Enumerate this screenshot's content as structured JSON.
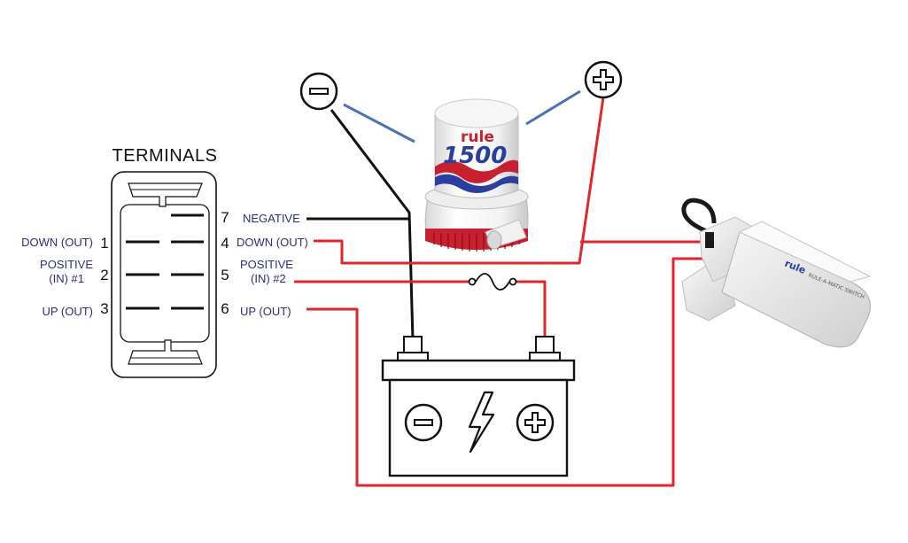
{
  "title": "TERMINALS",
  "terminals": {
    "left": [
      {
        "num": "1",
        "lines": [
          "DOWN (OUT)"
        ]
      },
      {
        "num": "2",
        "lines": [
          "POSITIVE",
          "(IN) #1"
        ]
      },
      {
        "num": "3",
        "lines": [
          "UP (OUT)"
        ]
      }
    ],
    "right": [
      {
        "num": "7",
        "lines": [
          "NEGATIVE"
        ]
      },
      {
        "num": "4",
        "lines": [
          "DOWN (OUT)"
        ]
      },
      {
        "num": "5",
        "lines": [
          "POSITIVE",
          "(IN) #2"
        ]
      },
      {
        "num": "6",
        "lines": [
          "UP (OUT)"
        ]
      }
    ]
  },
  "pump": {
    "brand": "rule",
    "model": "1500"
  },
  "float_switch": {
    "brand": "rule",
    "text": "RULE-A-MATIC SWITCH"
  },
  "colors": {
    "wire_red": "#e0262b",
    "wire_black": "#111111",
    "wire_blue": "#4a72b8",
    "label_text": "#2d2d7a",
    "pump_red": "#c8202e",
    "pump_blue": "#2a3f9d"
  },
  "icons": [
    "minus-icon",
    "plus-icon",
    "fuse-icon",
    "lightning-bolt-icon"
  ]
}
